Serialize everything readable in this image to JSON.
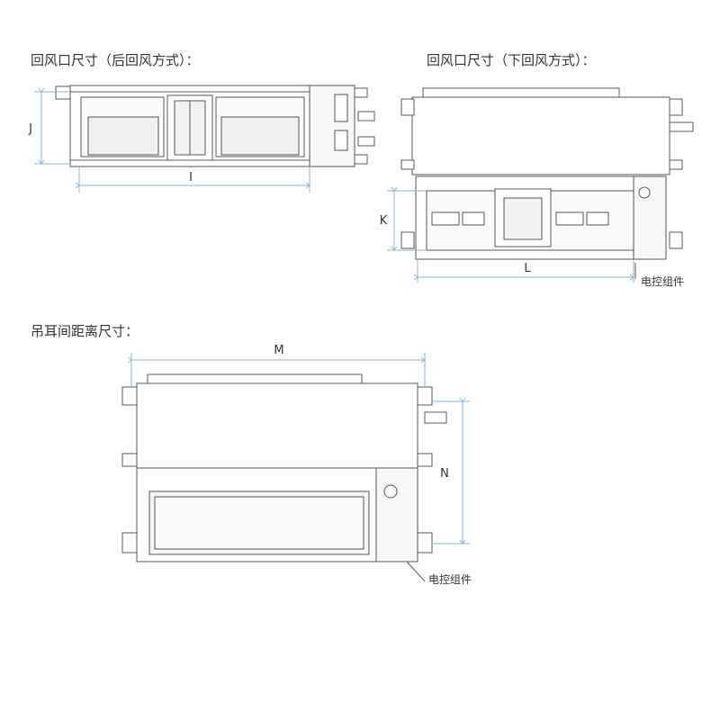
{
  "titles": {
    "rear_return": "回风口尺寸（后回风方式）：",
    "bottom_return": "回风口尺寸（下回风方式）：",
    "hanger_spacing": "吊耳间距离尺寸："
  },
  "dimensions": {
    "I": "I",
    "J": "J",
    "K": "K",
    "L": "L",
    "M": "M",
    "N": "N"
  },
  "labels": {
    "control_box_1": "电控组件",
    "control_box_2": "电控组件"
  },
  "colors": {
    "outline": "#555555",
    "dimension_line": "#8ab4d8",
    "panel_fill": "#f4f4f4",
    "frame_fill": "#ffffff"
  }
}
